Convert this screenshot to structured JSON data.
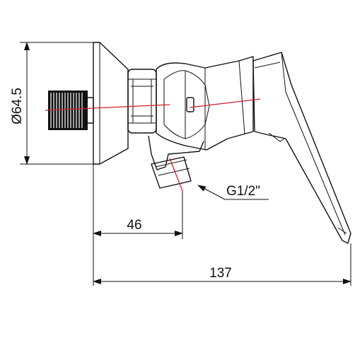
{
  "dimensions": {
    "diameter_label": "Ø64.5",
    "offset_label": "46",
    "overall_length_label": "137",
    "thread_label": "G1/2\""
  },
  "colors": {
    "line": "#111111",
    "center_axis": "#d0202a",
    "background": "#ffffff"
  }
}
